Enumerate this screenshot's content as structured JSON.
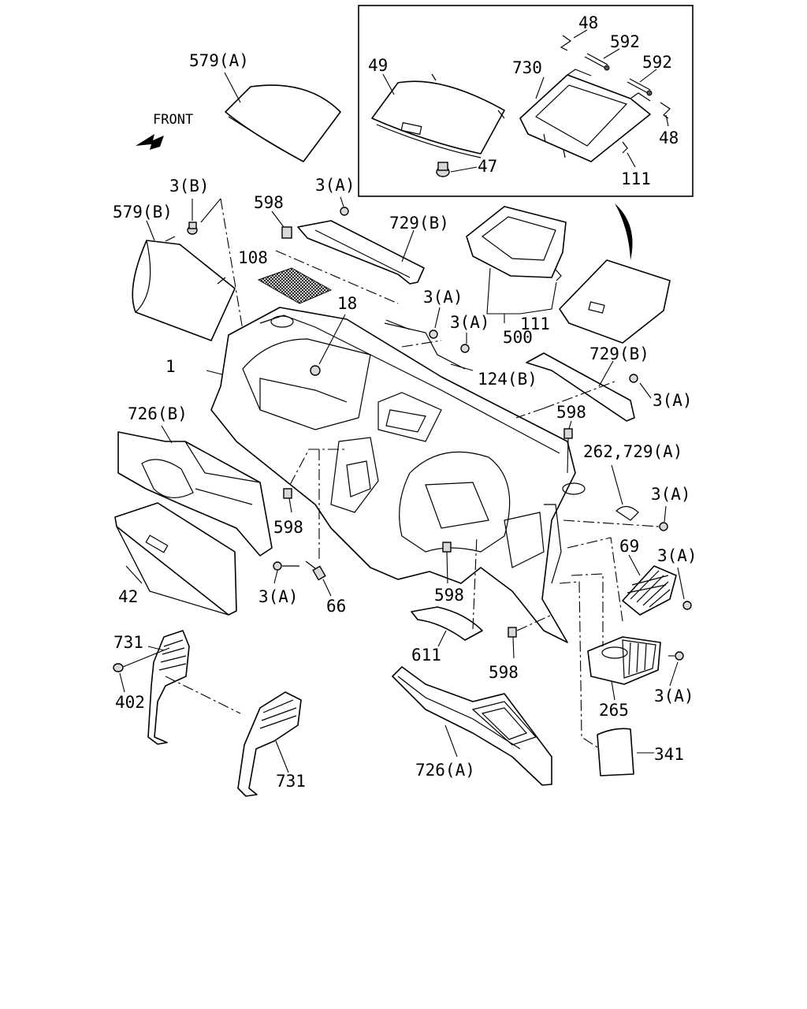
{
  "labels": {
    "front": "FRONT",
    "p579a": "579(A)",
    "p579b": "579(B)",
    "p3b": "3(B)",
    "p598_top": "598",
    "p3a_top": "3(A)",
    "p729b_top": "729(B)",
    "p108": "108",
    "p18": "18",
    "p3a_mid1": "3(A)",
    "p3a_mid2": "3(A)",
    "p124b": "124(B)",
    "p500": "500",
    "p111_mid": "111",
    "p729b_right": "729(B)",
    "p3a_right1": "3(A)",
    "p1": "1",
    "p726b": "726(B)",
    "p598_right": "598",
    "p262_729a": "262,729(A)",
    "p3a_right2": "3(A)",
    "p598_left": "598",
    "p69": "69",
    "p3a_right3": "3(A)",
    "p42": "42",
    "p3a_bottom_left": "3(A)",
    "p66": "66",
    "p598_center": "598",
    "p611": "611",
    "p598_lower": "598",
    "p265": "265",
    "p3a_bottom_right": "3(A)",
    "p731_top": "731",
    "p402": "402",
    "p731_bottom": "731",
    "p726a": "726(A)",
    "p341": "341"
  },
  "inset": {
    "p48_top": "48",
    "p592_a": "592",
    "p592_b": "592",
    "p49": "49",
    "p730": "730",
    "p48_right": "48",
    "p47": "47",
    "p111": "111"
  }
}
